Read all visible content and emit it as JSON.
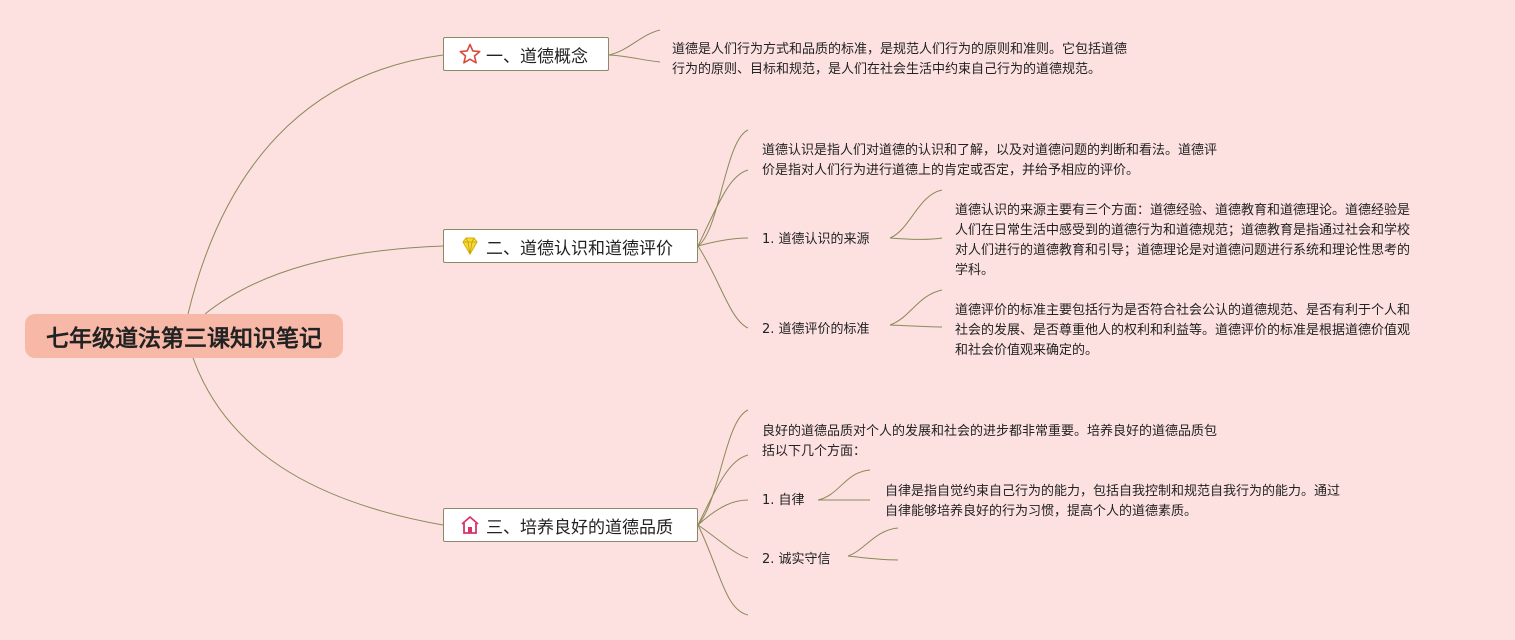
{
  "root": {
    "title": "七年级道法第三课知识笔记"
  },
  "branches": [
    {
      "label": "一、道德概念",
      "icon": "star-icon",
      "notes": [
        "道德是人们行为方式和品质的标准，是规范人们行为的原则和准则。它包括道德",
        "行为的原则、目标和规范，是人们在社会生活中约束自己行为的道德规范。"
      ]
    },
    {
      "label": "二、道德认识和道德评价",
      "icon": "diamond-icon",
      "notes": [
        "道德认识是指人们对道德的认识和了解，以及对道德问题的判断和看法。道德评",
        "价是指对人们行为进行道德上的肯定或否定，并给予相应的评价。"
      ],
      "subs": [
        {
          "label": "1. 道德认识的来源",
          "notes": [
            "道德认识的来源主要有三个方面：道德经验、道德教育和道德理论。道德经验是",
            "人们在日常生活中感受到的道德行为和道德规范；道德教育是指通过社会和学校",
            "对人们进行的道德教育和引导；道德理论是对道德问题进行系统和理论性思考的",
            "学科。"
          ]
        },
        {
          "label": "2. 道德评价的标准",
          "notes": [
            "道德评价的标准主要包括行为是否符合社会公认的道德规范、是否有利于个人和",
            "社会的发展、是否尊重他人的权利和利益等。道德评价的标准是根据道德价值观",
            "和社会价值观来确定的。"
          ]
        }
      ]
    },
    {
      "label": "三、培养良好的道德品质",
      "icon": "home-icon",
      "notes": [
        "良好的道德品质对个人的发展和社会的进步都非常重要。培养良好的道德品质包",
        "括以下几个方面："
      ],
      "subs": [
        {
          "label": "1. 自律",
          "notes": [
            "自律是指自觉约束自己行为的能力，包括自我控制和规范自我行为的能力。通过",
            "自律能够培养良好的行为习惯，提高个人的道德素质。"
          ]
        },
        {
          "label": "2. 诚实守信",
          "notes": []
        }
      ]
    }
  ],
  "colors": {
    "background": "#fde1e1",
    "root": "#f7b8a8",
    "line": "#8a8a58"
  }
}
